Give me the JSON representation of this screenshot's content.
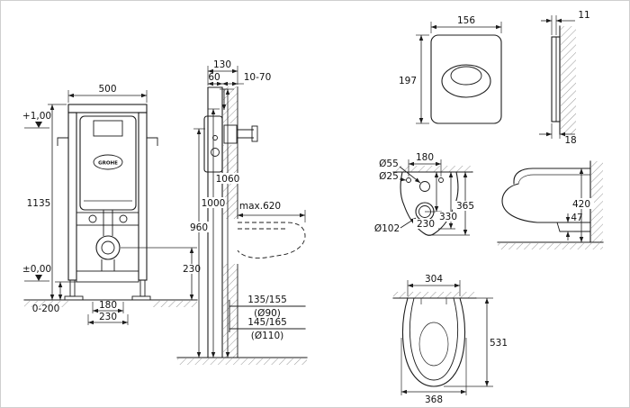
{
  "drawing": {
    "brand_logo": "GROHE",
    "frame_front": {
      "width": "500",
      "height": "1135",
      "level_top": "+1,00",
      "level_floor": "±0,00",
      "foot_adjustment": "0-200",
      "bolt_spacing": "180",
      "anchor_spacing": "230",
      "outlet_height": "230"
    },
    "frame_side": {
      "depth": "130",
      "frame_depth": "60",
      "wall_thickness_range": "10-70",
      "height_top": "1060",
      "height_mid": "1000",
      "height_flush": "960",
      "max_depth": "max.620",
      "outlet_height_90": "135/155",
      "outlet_dia_90": "(Ø90)",
      "outlet_height_110": "145/165",
      "outlet_dia_110": "(Ø110)"
    },
    "flush_plate": {
      "width": "156",
      "height": "197",
      "depth_front": "11",
      "depth_total": "18"
    },
    "bowl_back": {
      "flush_inlet_dia": "Ø55",
      "fixing_hole_dia": "Ø25",
      "fixing_spacing": "180",
      "outlet_dia": "Ø102",
      "outlet_offset": "230",
      "offset_mid": "330",
      "height_total": "365"
    },
    "bowl_side": {
      "height": "420",
      "rim_depth": "47"
    },
    "bowl_top": {
      "back_width": "304",
      "depth": "531",
      "max_width": "368"
    }
  }
}
